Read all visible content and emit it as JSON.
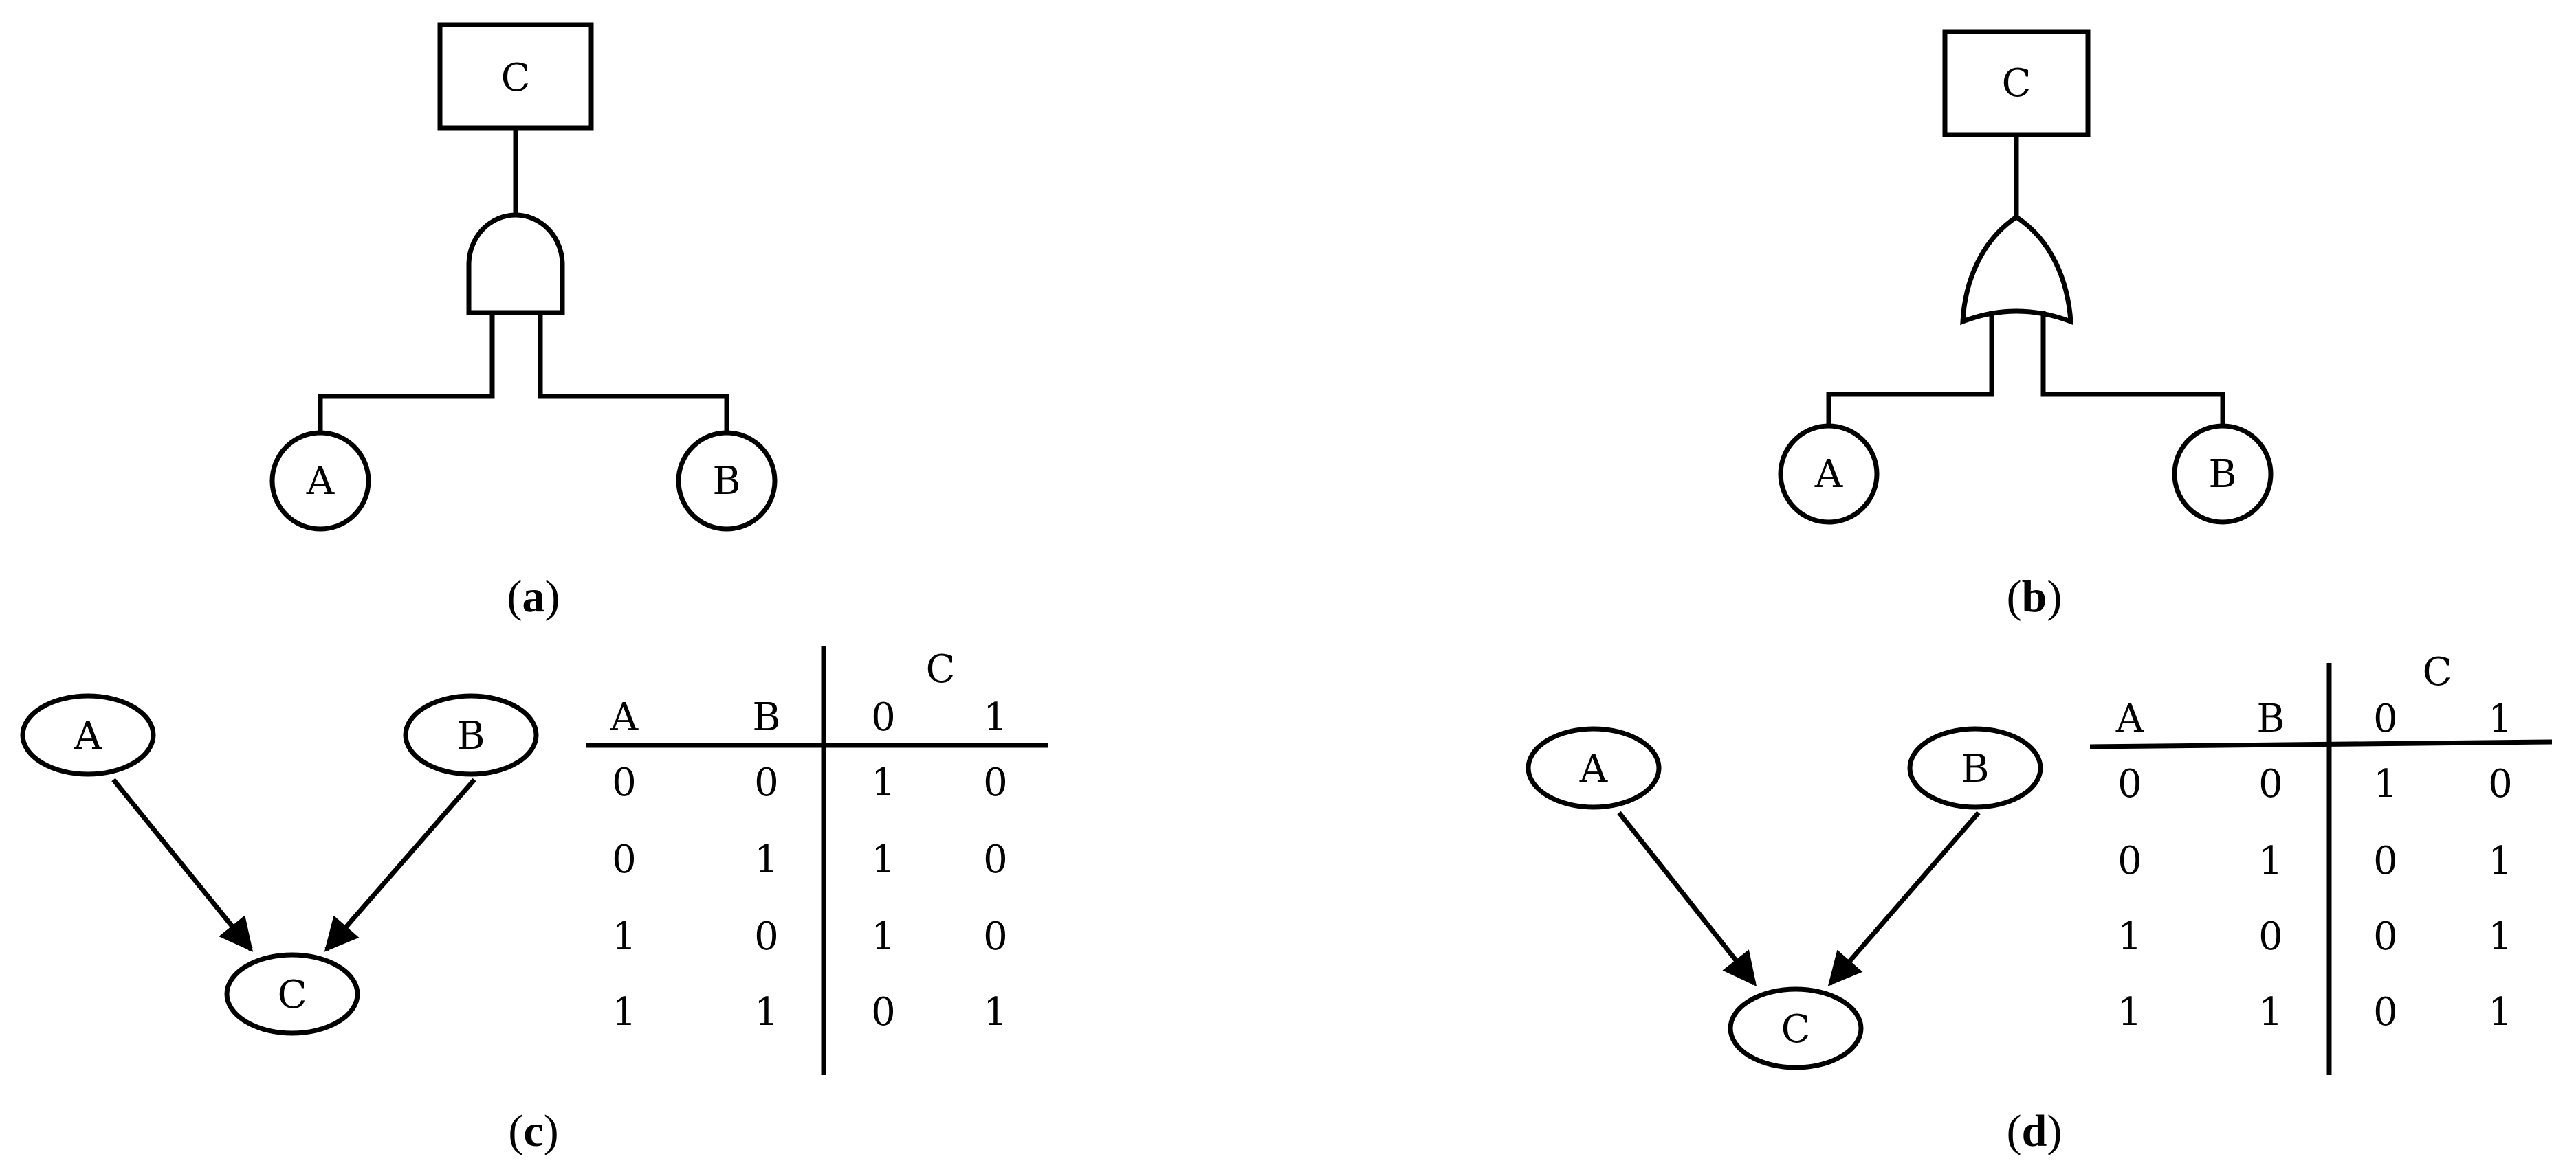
{
  "fault_tree_and": {
    "top_event": "C",
    "gate": "AND",
    "inputs": [
      "A",
      "B"
    ],
    "caption_open": "(",
    "caption_label": "a",
    "caption_close": ")"
  },
  "fault_tree_or": {
    "top_event": "C",
    "gate": "OR",
    "inputs": [
      "A",
      "B"
    ],
    "caption_open": "(",
    "caption_label": "b",
    "caption_close": ")"
  },
  "bayes_and": {
    "parents": [
      "A",
      "B"
    ],
    "child": "C",
    "cpt": {
      "group_header": "C",
      "headers": [
        "A",
        "B",
        "0",
        "1"
      ],
      "rows": [
        [
          "0",
          "0",
          "1",
          "0"
        ],
        [
          "0",
          "1",
          "1",
          "0"
        ],
        [
          "1",
          "0",
          "1",
          "0"
        ],
        [
          "1",
          "1",
          "0",
          "1"
        ]
      ]
    },
    "caption_open": "(",
    "caption_label": "c",
    "caption_close": ")"
  },
  "bayes_or": {
    "parents": [
      "A",
      "B"
    ],
    "child": "C",
    "cpt": {
      "group_header": "C",
      "headers": [
        "A",
        "B",
        "0",
        "1"
      ],
      "rows": [
        [
          "0",
          "0",
          "1",
          "0"
        ],
        [
          "0",
          "1",
          "0",
          "1"
        ],
        [
          "1",
          "0",
          "0",
          "1"
        ],
        [
          "1",
          "1",
          "0",
          "1"
        ]
      ]
    },
    "caption_open": "(",
    "caption_label": "d",
    "caption_close": ")"
  }
}
